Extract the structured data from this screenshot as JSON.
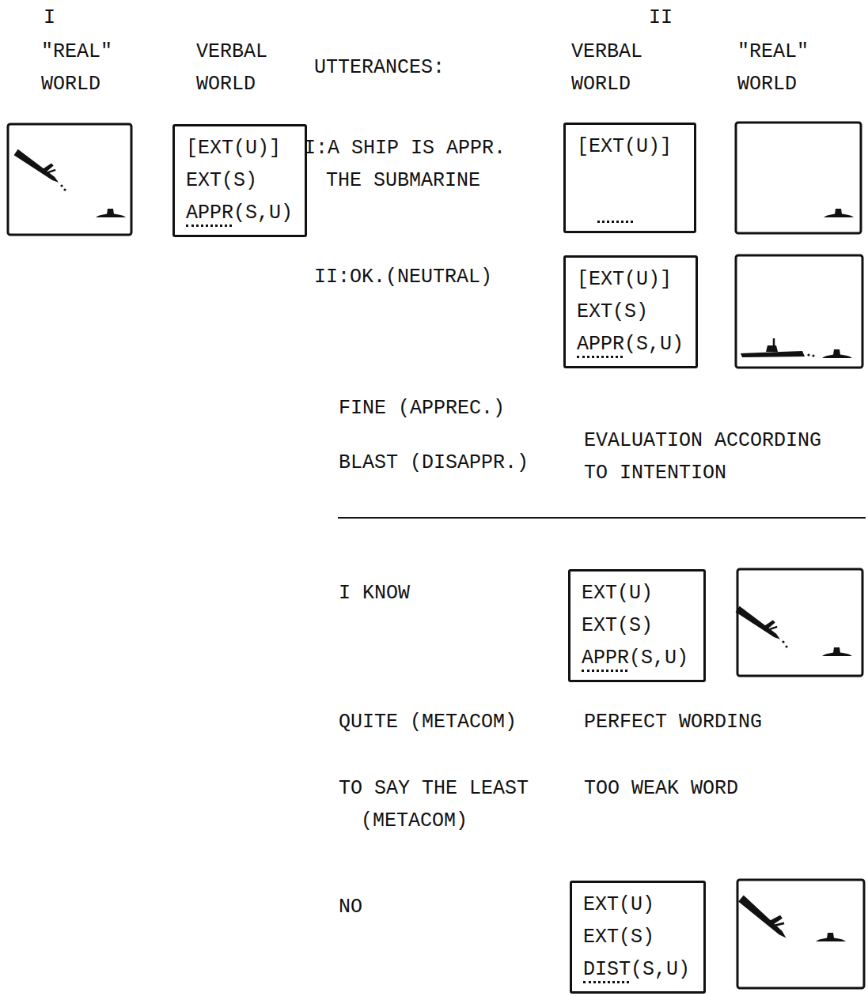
{
  "diagram": {
    "nodes": [
      {
        "text": [
          "[EXT(U)]",
          "EXT(S)",
          "APPR(S,U)"
        ]
      },
      {
        "text": [
          "[EXT(U)]"
        ]
      },
      {
        "text": [
          "[EXT(U)]",
          "EXT(S)",
          "APPR(S,U)"
        ]
      },
      {
        "text": [
          "EXT(U)",
          "EXT(S)",
          "APPR(S,U)"
        ]
      },
      {
        "text": [
          "EXT(U)",
          "EXT(S)",
          "DIST(S,U)"
        ]
      }
    ],
    "labels": [
      "I",
      "\"REAL\" WORLD",
      "VERBAL WORLD",
      "UTTERANCES:",
      "II",
      "VERBAL WORLD",
      "\"REAL\" WORLD",
      "I:A SHIP IS APPR. THE SUBMARINE",
      "II:OK.(NEUTRAL)",
      "FINE (APPREC.)",
      "BLAST (DISAPPR.)",
      "EVALUATION ACCORDING TO INTENTION",
      "I KNOW",
      "QUITE (METACOM)",
      "PERFECT WORDING",
      "TO SAY THE LEAST (METACOM)",
      "TOO WEAK WORD",
      "NO"
    ]
  }
}
